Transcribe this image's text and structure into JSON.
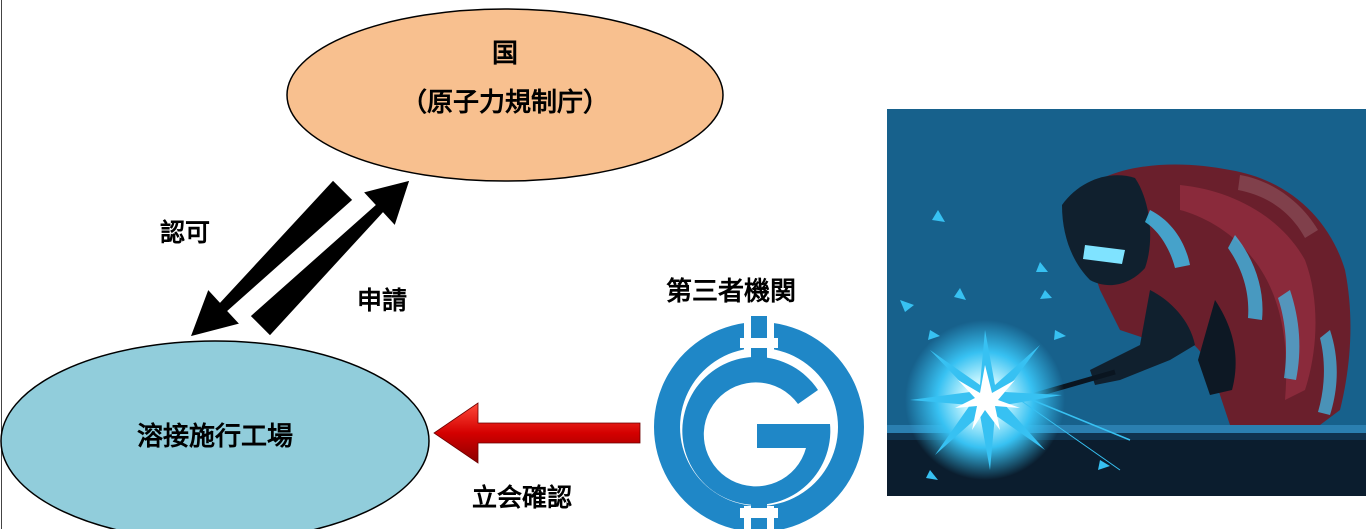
{
  "government": {
    "name": "国",
    "agency": "（原子力規制庁）",
    "fill_color": "#f8c08f"
  },
  "factory": {
    "name": "溶接施行工場",
    "fill_color": "#91cddb"
  },
  "flows": {
    "approval": "認可",
    "application": "申請",
    "witness_check": "立会確認",
    "witness_arrow_color": "#d40000"
  },
  "third_party": {
    "name": "第三者機関",
    "logo_color": "#1f87c7"
  },
  "illustration": {
    "subject": "welder-clipart",
    "background_color": "#1c6a96"
  }
}
